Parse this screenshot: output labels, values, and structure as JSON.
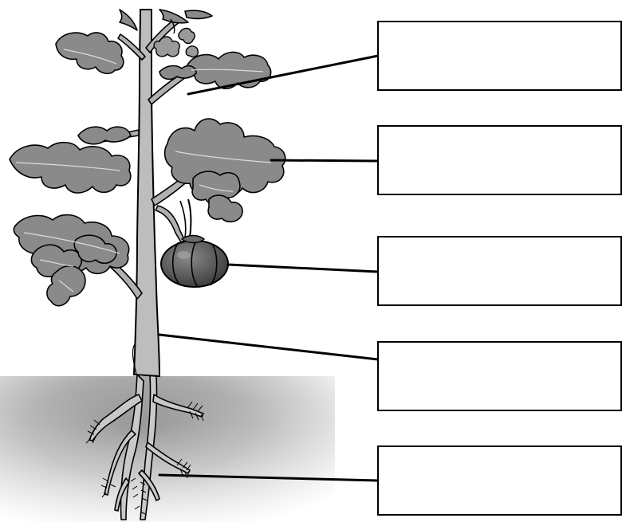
{
  "diagram": {
    "subject": "plant-parts",
    "boxes": [
      {
        "part": "flower",
        "label": ""
      },
      {
        "part": "leaf",
        "label": ""
      },
      {
        "part": "fruit",
        "label": ""
      },
      {
        "part": "stem",
        "label": ""
      },
      {
        "part": "root",
        "label": ""
      }
    ]
  },
  "colors": {
    "background": "#ffffff",
    "outline": "#000000",
    "leaf_fill": "#8a8a8a",
    "leaf_vein": "#d8d8d8",
    "stem_fill": "#bdbdbd",
    "fruit_fill": "#4f4f4f",
    "soil_dark": "#8c8c8c",
    "pointer": "#000000"
  }
}
